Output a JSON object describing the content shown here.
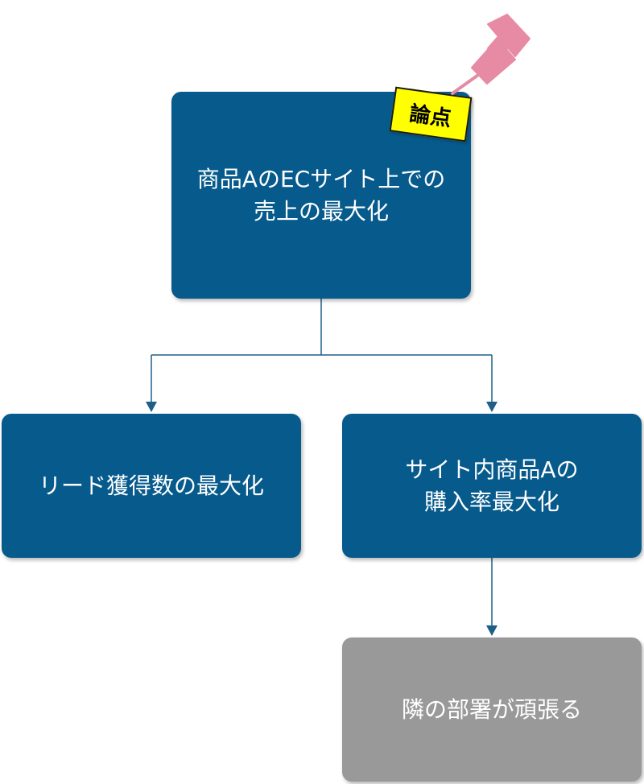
{
  "diagram": {
    "root": {
      "lines": [
        "商品AのECサイト上での",
        "売上の最大化"
      ],
      "tag": "論点"
    },
    "children": [
      {
        "lines": [
          "リード獲得数の最大化"
        ]
      },
      {
        "lines": [
          "サイト内商品Aの",
          "購入率最大化"
        ]
      }
    ],
    "grandchild": {
      "lines": [
        "隣の部署が頑張る"
      ]
    }
  },
  "colors": {
    "node_blue": "#065a8c",
    "node_gray": "#999999",
    "connector": "#1e5f88",
    "tag_background": "#ffff00",
    "pin": "#e78aa3"
  },
  "icons": {
    "pin": "pushpin-icon"
  }
}
